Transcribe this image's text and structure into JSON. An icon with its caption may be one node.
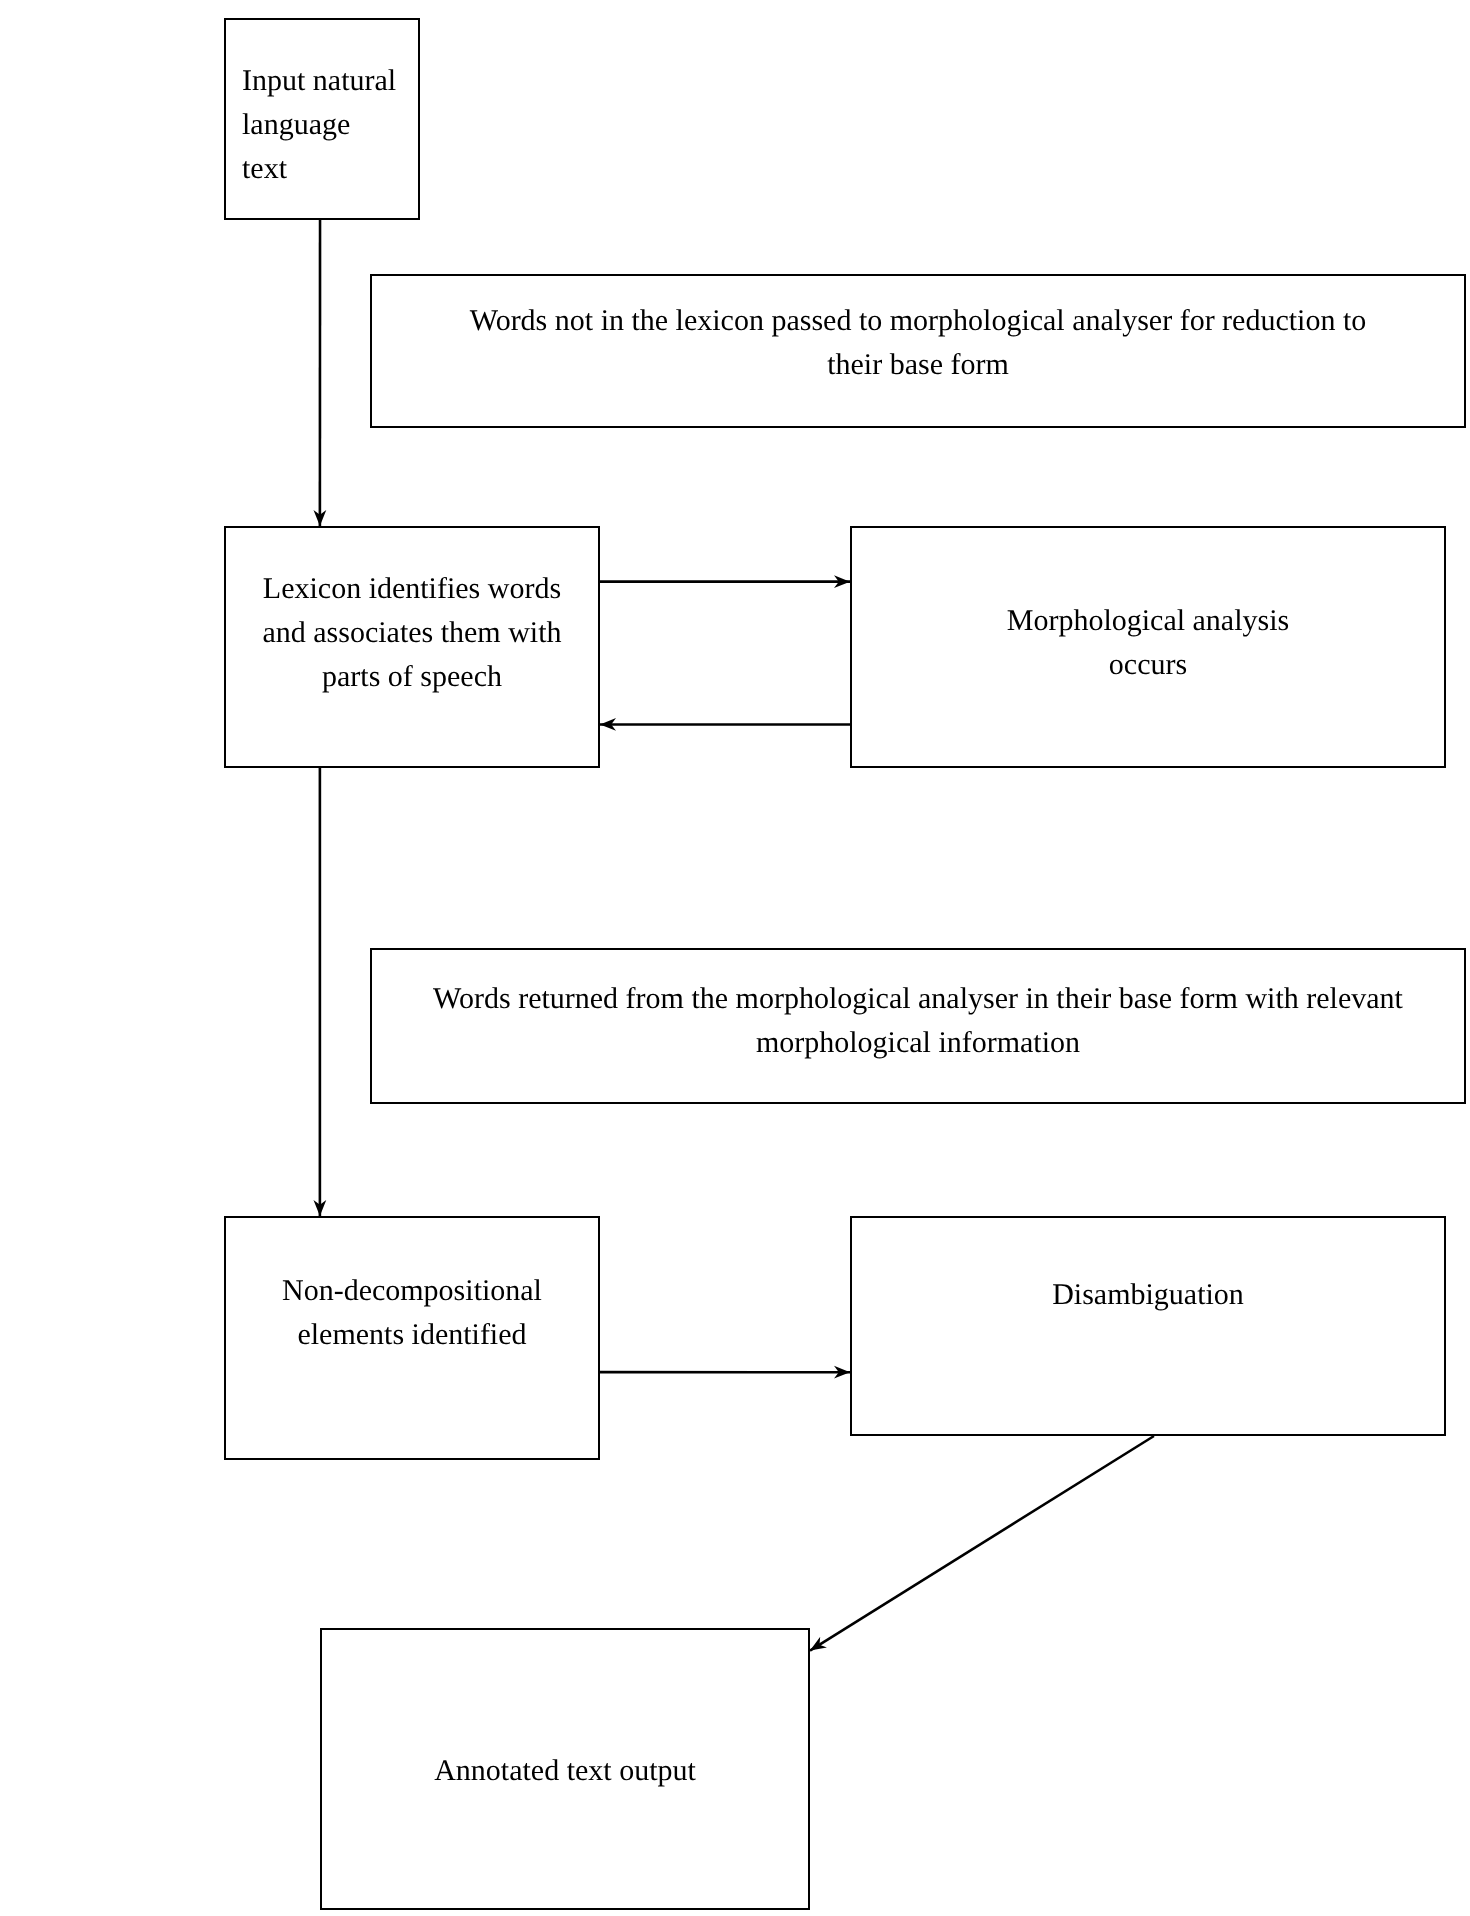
{
  "diagram": {
    "nodes": [
      {
        "text": [
          "Input natural language text"
        ]
      },
      {
        "text": [
          "Words not in the lexicon passed to morphological analyser for reduction to their base form"
        ]
      },
      {
        "text": [
          "Lexicon identifies words and associates them with parts of speech"
        ]
      },
      {
        "text": [
          "Morphological analysis occurs"
        ]
      },
      {
        "text": [
          "Words returned from the morphological analyser in their base form with relevant morphological information"
        ]
      },
      {
        "text": [
          "Non-decompositional elements identified"
        ]
      },
      {
        "text": [
          "Disambiguation"
        ]
      },
      {
        "text": [
          "Annotated text output"
        ]
      }
    ],
    "edges": [
      {
        "from": 0,
        "to": 2,
        "arrow": "to"
      },
      {
        "from": 2,
        "to": 3,
        "arrow": "to"
      },
      {
        "from": 3,
        "to": 2,
        "arrow": "to"
      },
      {
        "from": 2,
        "to": 5,
        "arrow": "to"
      },
      {
        "from": 5,
        "to": 6,
        "arrow": "to"
      },
      {
        "from": 6,
        "to": 7,
        "arrow": "to"
      }
    ]
  }
}
